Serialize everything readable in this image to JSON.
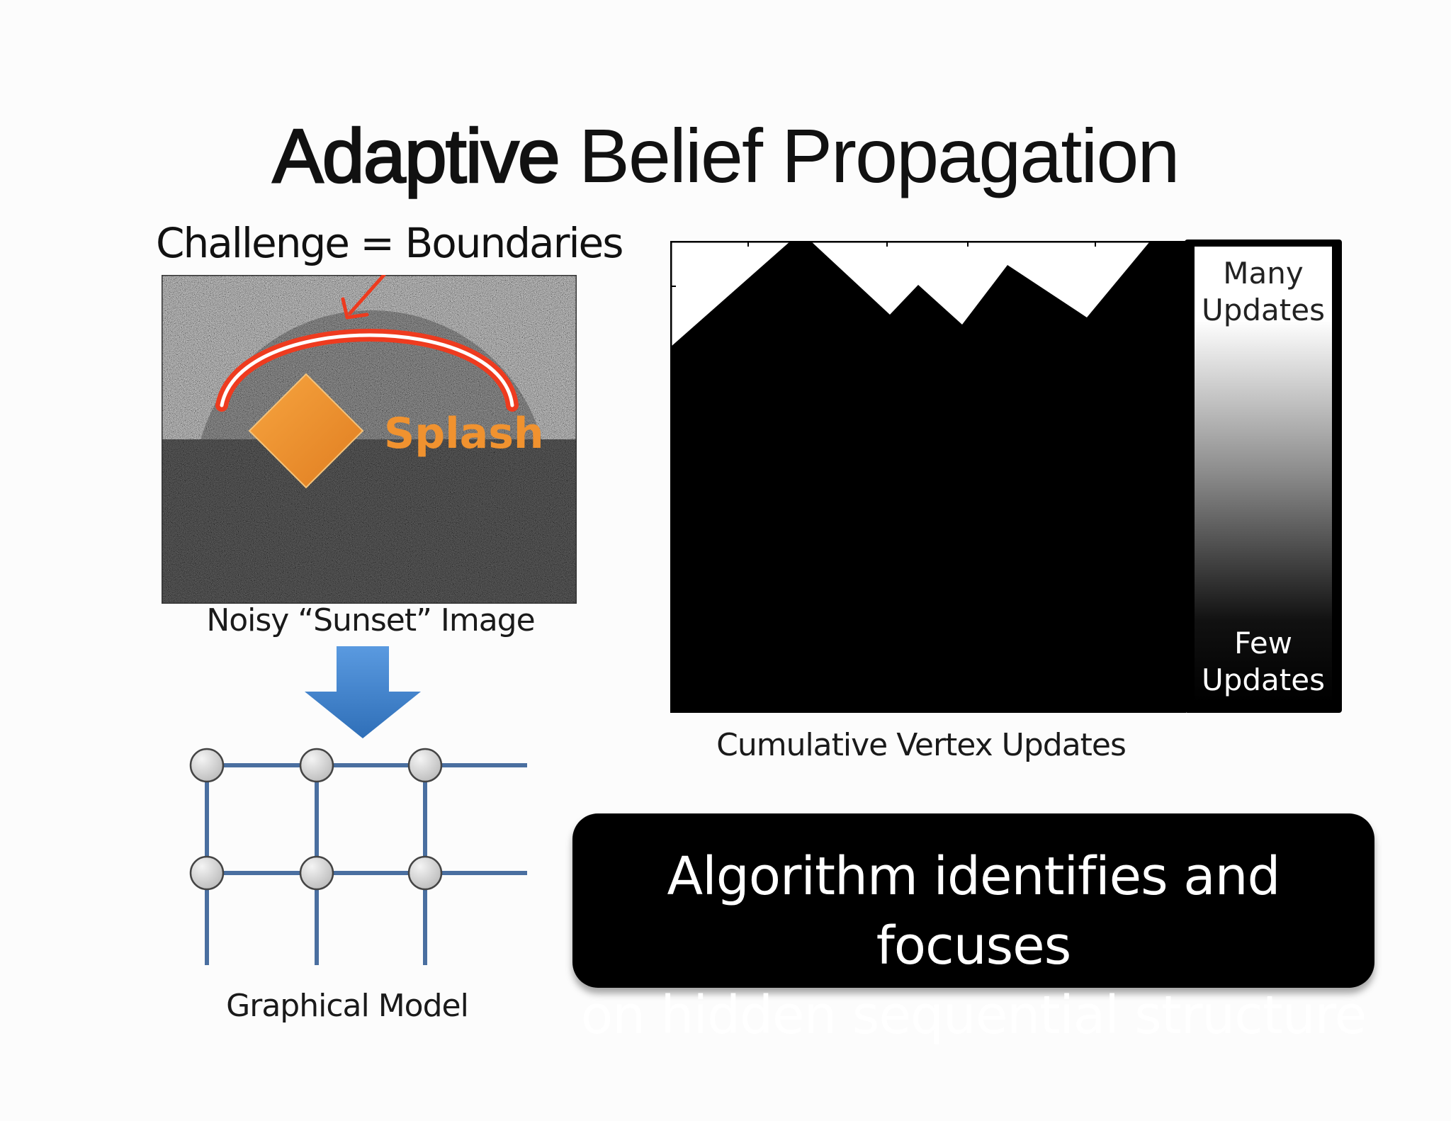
{
  "title": {
    "bold": "Adaptive",
    "rest": " Belief Propagation"
  },
  "challenge": "Challenge = Boundaries",
  "noisy_image": {
    "label": "Splash",
    "caption": "Noisy “Sunset” Image",
    "colors": {
      "arc": "#ee3b1f",
      "diamond": "#f0912d",
      "label": "#f0922f"
    }
  },
  "graph_caption": "Graphical Model",
  "icons": {
    "arrow": "down-arrow-icon",
    "nodes": "circle-node-icon"
  },
  "updates": {
    "caption": "Cumulative Vertex Updates",
    "colorbar_top": [
      "Many",
      "Updates"
    ],
    "colorbar_bottom": [
      "Few",
      "Updates"
    ]
  },
  "callout": {
    "line1": "Algorithm identifies and focuses",
    "line2": "on hidden sequential structure"
  },
  "colors": {
    "arrow": "#4a88cc",
    "grid": "#4a6fa0",
    "callout_bg": "#000000"
  }
}
